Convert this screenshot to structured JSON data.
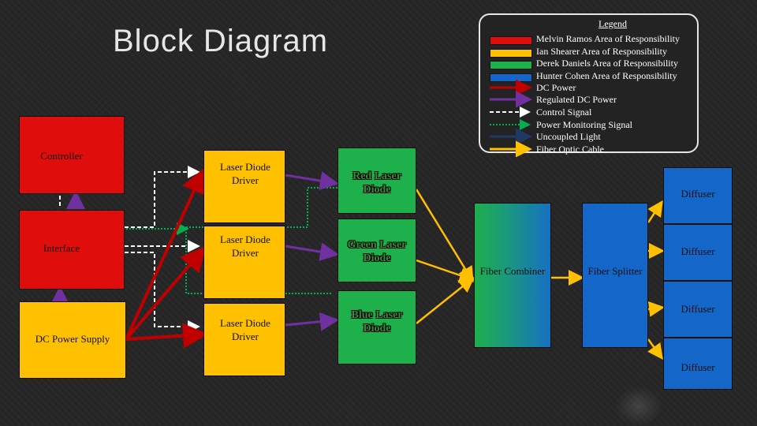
{
  "title": "Block Diagram",
  "blocks": {
    "controller": "Controller",
    "interface": "Interface",
    "dc_power_supply": "DC Power Supply",
    "driver_1": "Laser Diode Driver",
    "driver_2": "Laser Diode Driver",
    "driver_3": "Laser Diode Driver",
    "red_diode": "Red Laser Diode",
    "green_diode": "Green Laser Diode",
    "blue_diode": "Blue Laser Diode",
    "fiber_combiner": "Fiber Combiner",
    "fiber_splitter": "Fiber Splitter",
    "diffuser_1": "Diffuser",
    "diffuser_2": "Diffuser",
    "diffuser_3": "Diffuser",
    "diffuser_4": "Diffuser"
  },
  "legend": {
    "title": "Legend",
    "items": [
      {
        "label": "Melvin Ramos Area of Responsibility",
        "color": "#e00d0d"
      },
      {
        "label": "Ian Shearer Area of Responsibility",
        "color": "#ffc000"
      },
      {
        "label": "Derek Daniels Area of Responsibility",
        "color": "#1db04b"
      },
      {
        "label": "Hunter Cohen Area of Responsibility",
        "color": "#1466c8"
      },
      {
        "label": "DC Power",
        "color": "#c00000"
      },
      {
        "label": "Regulated DC Power",
        "color": "#7030a0"
      },
      {
        "label": "Control Signal",
        "color": "#ffffff"
      },
      {
        "label": "Power Monitoring Signal",
        "color": "#00b050"
      },
      {
        "label": "Uncoupled Light",
        "color": "#1f3864"
      },
      {
        "label": "Fiber Optic Cable",
        "color": "#ffc000"
      }
    ]
  }
}
